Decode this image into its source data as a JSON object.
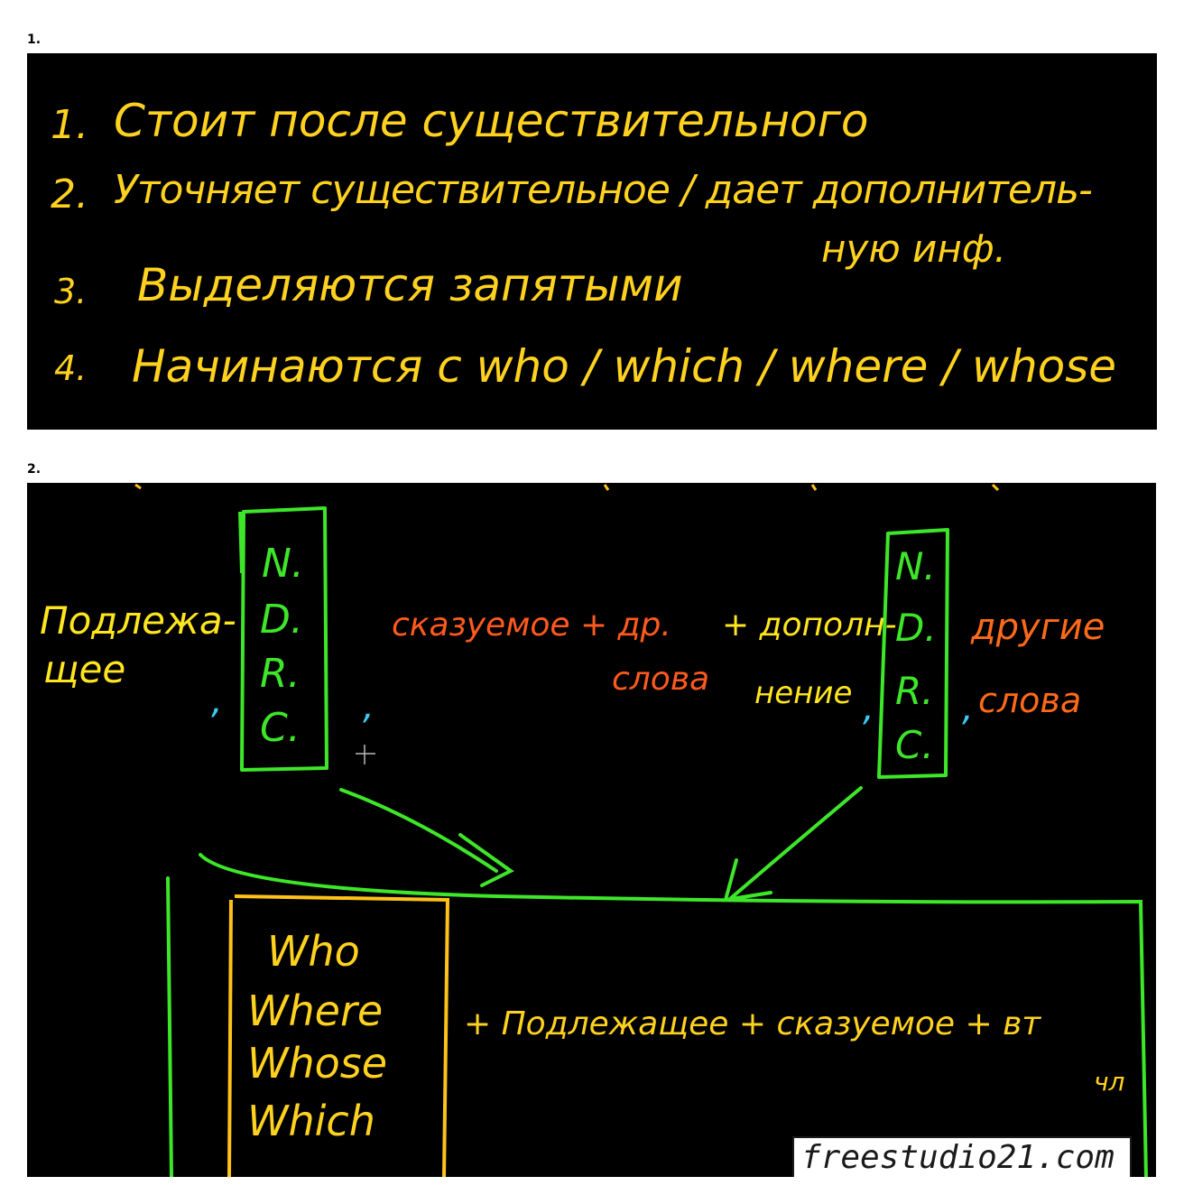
{
  "images": [
    {
      "number": "1.",
      "lines": [
        {
          "index": "1.",
          "text": "Стоит после существительного"
        },
        {
          "index": "2.",
          "text": "Уточняет существительное / дает дополнитель-"
        },
        {
          "index": "",
          "text": "ную инф."
        },
        {
          "index": "3.",
          "text": "Выделяются запятыми"
        },
        {
          "index": "4.",
          "text": "Начинаются с who / which / where / whose"
        }
      ]
    },
    {
      "number": "2.",
      "left_word": [
        "Подлежа-",
        "щее"
      ],
      "ndrc_left": [
        "N.",
        "D.",
        "R.",
        "C."
      ],
      "middle_text": [
        "сказуемое + др.",
        "слова"
      ],
      "right_yellow": [
        "+ дополн-",
        "нение"
      ],
      "ndrc_right": [
        "N.",
        "D.",
        "R.",
        "C."
      ],
      "right_orange": [
        "другие",
        "слова"
      ],
      "commas": [
        ",",
        ",",
        ",",
        ","
      ],
      "relative_words": [
        "Who",
        "Where",
        "Whose",
        "Which"
      ],
      "formula": "+ Подлежащее + сказуемое + вт",
      "formula_tail": "чл",
      "watermark": "freestudio21.com"
    }
  ],
  "colors": {
    "background": "#000000",
    "yellow": "#ffd21f",
    "orange_yellow": "#ffc21a",
    "red_orange": "#ff5a1e",
    "green": "#3ee62a",
    "cyan": "#3ec8f0"
  }
}
